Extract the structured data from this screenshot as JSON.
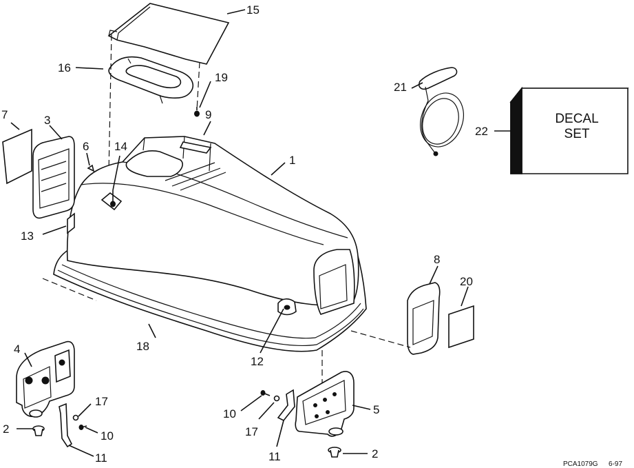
{
  "diagram": {
    "part_labels": {
      "p1": "1",
      "p2a": "2",
      "p2b": "2",
      "p3": "3",
      "p4": "4",
      "p5": "5",
      "p6": "6",
      "p7": "7",
      "p8": "8",
      "p9": "9",
      "p10a": "10",
      "p10b": "10",
      "p11a": "11",
      "p11b": "11",
      "p12": "12",
      "p13": "13",
      "p14": "14",
      "p15": "15",
      "p16": "16",
      "p17a": "17",
      "p17b": "17",
      "p18": "18",
      "p19": "19",
      "p20": "20",
      "p21": "21",
      "p22": "22"
    },
    "decal_box": {
      "line1": "DECAL",
      "line2": "SET"
    },
    "drawing_code": "PCA1079G",
    "drawing_date": "6-97"
  }
}
